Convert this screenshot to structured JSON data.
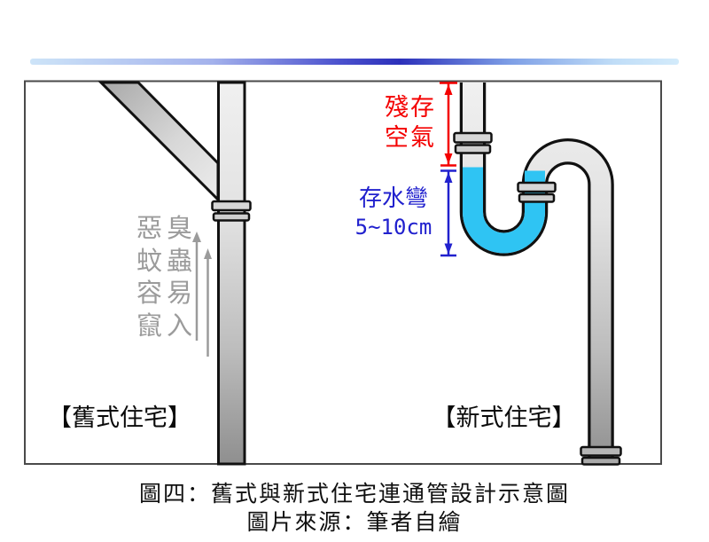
{
  "slide": {
    "background": "#ffffff",
    "accent_bar_colors": [
      "#cde4f8",
      "#2c30ba",
      "#d3ebfb"
    ]
  },
  "diagram": {
    "border_color": "#4a4a4a",
    "old_house": {
      "label": "【舊式住宅】",
      "warning_lines": [
        "惡臭",
        "蚊蟲",
        "容易",
        "竄入"
      ],
      "warning_text_color": "#9b9b9b",
      "arrow_color": "#9b9b9b",
      "pipe_fill_top": "#efefef",
      "pipe_fill_bottom": "#8f8f8f"
    },
    "new_house": {
      "label": "【新式住宅】",
      "residual_air_lines": [
        "殘存",
        "空氣"
      ],
      "residual_air_color": "#f40000",
      "water_trap_line1": "存水彎",
      "water_trap_line2": "5~10cm",
      "water_trap_color": "#2121ce",
      "water_color": "#2fc4f3"
    }
  },
  "caption": {
    "title": "圖四：舊式與新式住宅連通管設計示意圖",
    "source": "圖片來源：筆者自繪"
  }
}
